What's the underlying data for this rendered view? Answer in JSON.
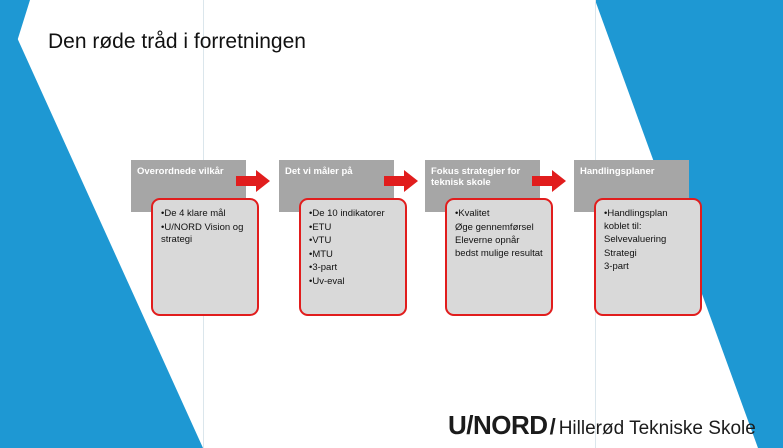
{
  "slide": {
    "title": "Den røde tråd i forretningen",
    "colors": {
      "accent_red": "#e11d1d",
      "header_gray": "#a6a6a6",
      "body_gray": "#d9d9d9",
      "triangle_blue": "#1e98d3"
    }
  },
  "steps": [
    {
      "header": "Overordnede vilkår",
      "items": [
        "De 4 klare mål",
        "U/NORD Vision og strategi"
      ]
    },
    {
      "header": "Det vi måler på",
      "items": [
        "De 10 indikatorer",
        "ETU",
        "VTU",
        "MTU",
        "3-part",
        "Uv-eval"
      ]
    },
    {
      "header": "Fokus strategier for teknisk skole",
      "items": [
        "Kvalitet",
        "Øge gennemførsel",
        "Eleverne opnår bedst mulige resultat"
      ]
    },
    {
      "header": "Handlingsplaner",
      "items": [
        "Handlingsplan koblet til:",
        "Selvevaluering",
        "Strategi",
        "3-part"
      ]
    }
  ],
  "footer": {
    "logo": "U/NORD",
    "school": "Hillerød Tekniske Skole"
  }
}
